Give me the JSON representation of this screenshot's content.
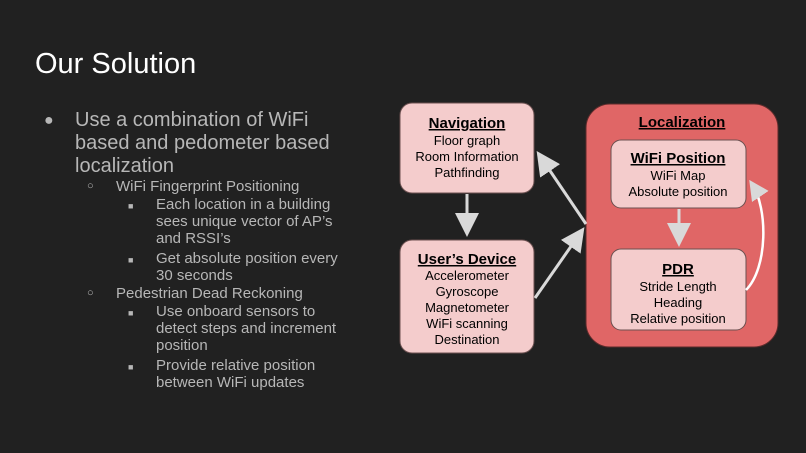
{
  "slide": {
    "title": "Our Solution"
  },
  "bullets": {
    "main": [
      "Use a combination of WiFi",
      "based and pedometer based",
      "localization"
    ],
    "sub1": {
      "label": "WiFi Fingerprint Positioning",
      "items": [
        [
          "Each location in a building",
          "sees unique vector of AP’s",
          "and RSSI’s"
        ],
        [
          "Get absolute position every",
          "30 seconds"
        ]
      ]
    },
    "sub2": {
      "label": "Pedestrian Dead Reckoning",
      "items": [
        [
          "Use onboard sensors to",
          "detect steps and increment",
          "position"
        ],
        [
          "Provide relative position",
          "between WiFi updates"
        ]
      ]
    }
  },
  "diagram": {
    "navigation": {
      "title": "Navigation",
      "lines": [
        "Floor graph",
        "Room Information",
        "Pathfinding"
      ]
    },
    "users_device": {
      "title": "User’s Device",
      "lines": [
        "Accelerometer",
        "Gyroscope",
        "Magnetometer",
        "WiFi scanning",
        "Destination"
      ]
    },
    "localization": {
      "title": "Localization"
    },
    "wifi_position": {
      "title": "WiFi Position",
      "lines": [
        "WiFi Map",
        "Absolute position"
      ]
    },
    "pdr": {
      "title": "PDR",
      "lines": [
        "Stride Length",
        "Heading",
        "Relative position"
      ]
    },
    "colors": {
      "box_fill": "#f4cccc",
      "group_fill": "#e06666",
      "arrow": "#d9d9d9",
      "text": "#000000"
    }
  }
}
